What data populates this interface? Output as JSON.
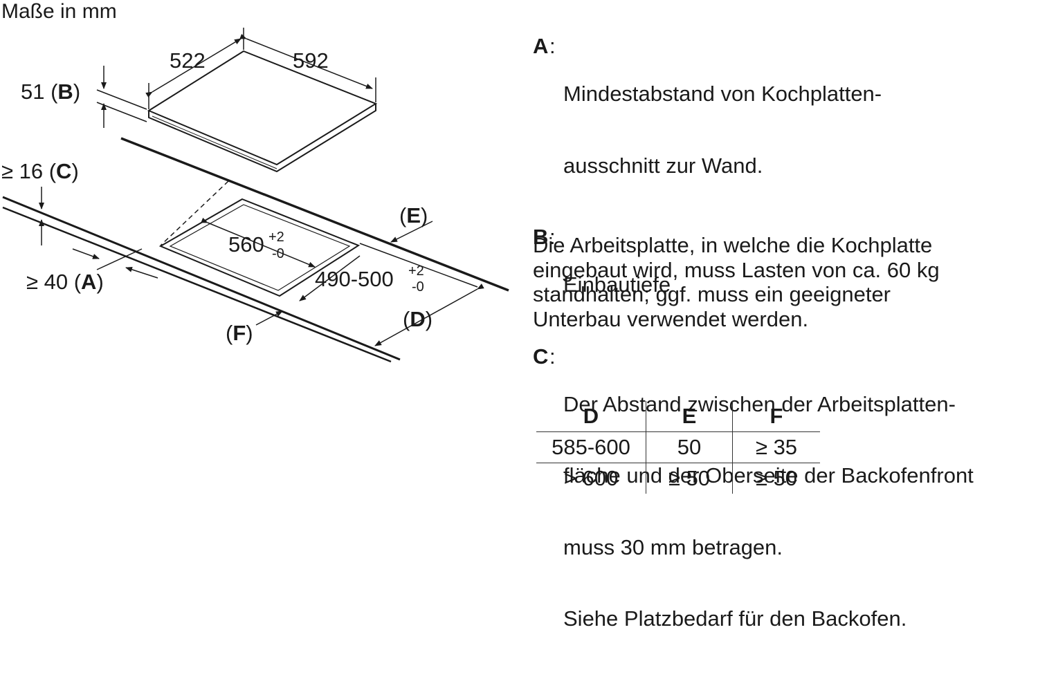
{
  "units_label": "Maße in mm",
  "diagram": {
    "dim_depth": "522",
    "dim_width": "592",
    "dim_height": "51",
    "label_b": "B",
    "dim_c": "≥ 16",
    "label_c": "C",
    "dim_a": "≥ 40",
    "label_a": "A",
    "cutout_width": "560",
    "cutout_width_tol_plus": "+2",
    "cutout_width_tol_minus": "-0",
    "cutout_depth": "490-500",
    "cutout_depth_tol_plus": "+2",
    "cutout_depth_tol_minus": "-0",
    "label_d": "D",
    "label_e": "E",
    "label_f": "F"
  },
  "legend": [
    {
      "key": "A",
      "lines": [
        "Mindestabstand von Kochplatten-",
        "ausschnitt zur Wand."
      ]
    },
    {
      "key": "B",
      "lines": [
        "Einbautiefe"
      ]
    },
    {
      "key": "C",
      "lines": [
        "Der Abstand zwischen der Arbeitsplatten-",
        "fläche und der Oberseite der Backofenfront",
        "muss 30 mm betragen.",
        "Siehe Platzbedarf für den Backofen."
      ]
    }
  ],
  "note_lines": [
    "Die Arbeitsplatte, in welche die Kochplatte",
    "eingebaut wird, muss Lasten von ca. 60 kg",
    "standhalten; ggf. muss ein geeigneter",
    "Unterbau verwendet werden."
  ],
  "table": {
    "headers": [
      "D",
      "E",
      "F"
    ],
    "rows": [
      [
        "585-600",
        "50",
        "≥ 35"
      ],
      [
        "> 600",
        "≥ 50",
        "≥ 50"
      ]
    ]
  }
}
